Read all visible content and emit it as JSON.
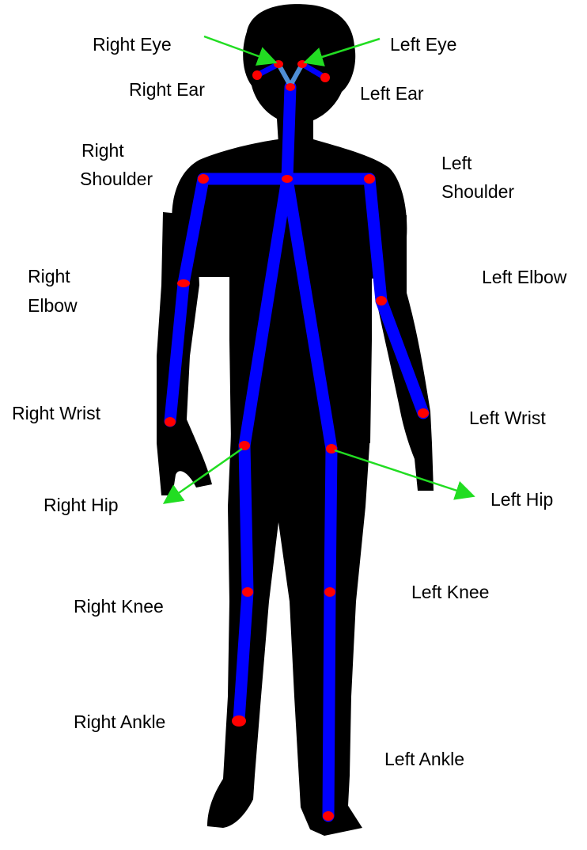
{
  "labels": {
    "right_eye": "Right Eye",
    "left_eye": "Left Eye",
    "right_ear": "Right Ear",
    "left_ear": "Left Ear",
    "right_shoulder_1": "Right",
    "right_shoulder_2": "Shoulder",
    "left_shoulder_1": "Left",
    "left_shoulder_2": "Shoulder",
    "right_elbow_1": "Right",
    "right_elbow_2": "Elbow",
    "left_elbow": "Left Elbow",
    "right_wrist": "Right Wrist",
    "left_wrist": "Left Wrist",
    "right_hip": "Right Hip",
    "left_hip": "Left Hip",
    "right_knee": "Right Knee",
    "left_knee": "Left Knee",
    "right_ankle": "Right Ankle",
    "left_ankle": "Left Ankle"
  },
  "colors": {
    "silhouette": "#000000",
    "bone": "#0000ff",
    "face_bone": "#4f8fd6",
    "joint": "#ff0000",
    "arrow": "#22dd22",
    "background": "#ffffff"
  },
  "keypoints": [
    "right-eye",
    "left-eye",
    "right-ear",
    "left-ear",
    "neck",
    "nose",
    "right-shoulder",
    "left-shoulder",
    "right-elbow",
    "left-elbow",
    "right-wrist",
    "left-wrist",
    "right-hip",
    "left-hip",
    "right-knee",
    "left-knee",
    "right-ankle",
    "left-ankle"
  ]
}
